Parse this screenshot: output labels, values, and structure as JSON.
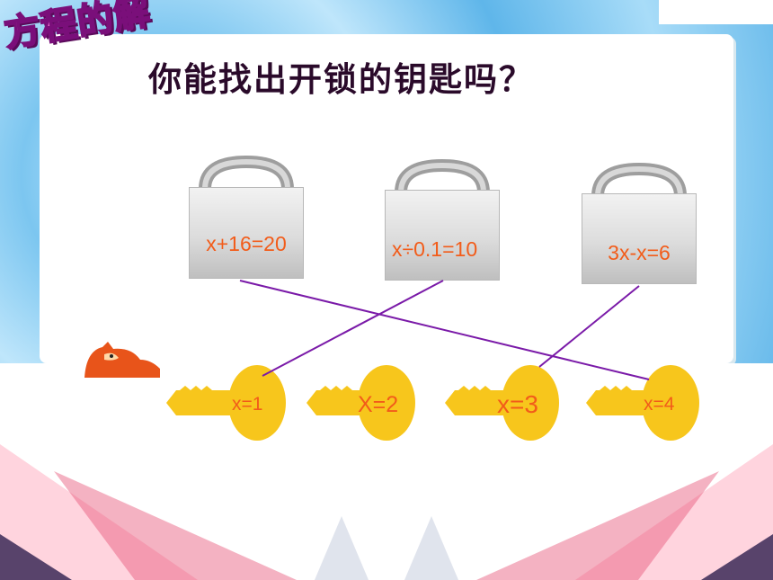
{
  "title": "方程的解",
  "question": "你能找出开锁的钥匙吗？",
  "locks": [
    {
      "equation": "x+16=20"
    },
    {
      "equation": "x÷0.1=10"
    },
    {
      "equation": "3x-x=6"
    }
  ],
  "keys": [
    {
      "label": "x=1"
    },
    {
      "label": "X=2"
    },
    {
      "label": "x=3"
    },
    {
      "label": "x=4"
    }
  ],
  "matches": [
    {
      "lock": 1,
      "key": 4
    },
    {
      "lock": 2,
      "key": 1
    },
    {
      "lock": 3,
      "key": 3
    }
  ],
  "colors": {
    "accent": "#f25c1a",
    "key": "#f7c61c",
    "line": "#7a1aa8",
    "title": "#e46dc8"
  }
}
